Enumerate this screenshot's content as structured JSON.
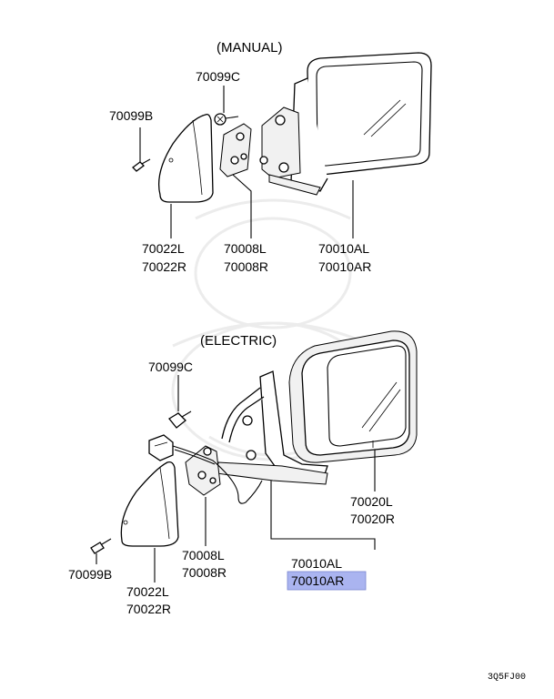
{
  "sections": {
    "manual": "(MANUAL)",
    "electric": "(ELECTRIC)"
  },
  "labels": {
    "manual_screw_bracket": "70099C",
    "manual_screw_cover": "70099B",
    "manual_cover_l": "70022L",
    "manual_cover_r": "70022R",
    "manual_base_l": "70008L",
    "manual_base_r": "70008R",
    "manual_mirror_l": "70010AL",
    "manual_mirror_r": "70010AR",
    "electric_screw_bracket": "70099C",
    "electric_glass_l": "70020L",
    "electric_glass_r": "70020R",
    "electric_screw_cover": "70099B",
    "electric_base_l": "70008L",
    "electric_base_r": "70008R",
    "electric_mirror_l": "70010AL",
    "electric_mirror_r": "70010AR",
    "electric_cover_l": "70022L",
    "electric_cover_r": "70022R"
  },
  "highlight_color": "#aab4f0",
  "diagram_code": "3Q5FJ00"
}
